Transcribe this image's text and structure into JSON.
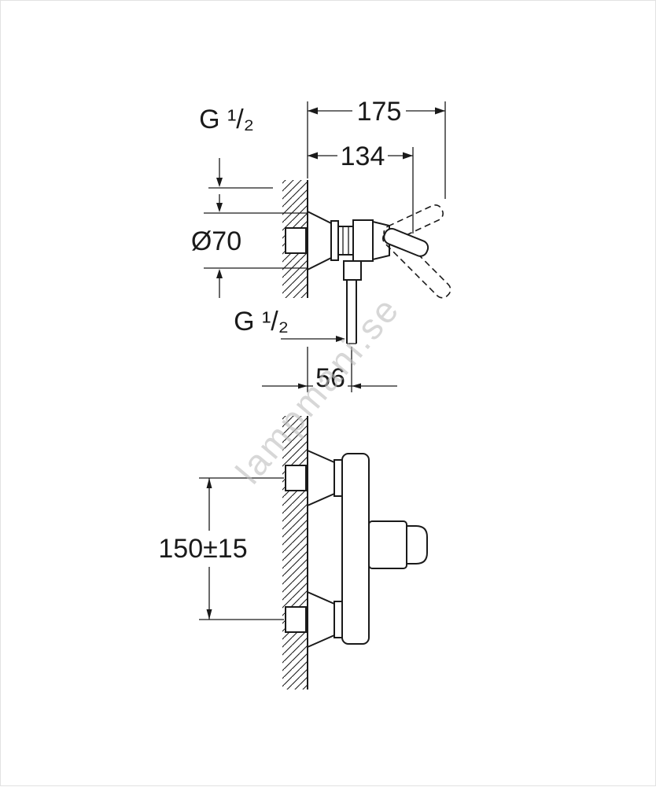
{
  "drawing": {
    "watermark": "lampmani.se",
    "colors": {
      "line": "#1a1a1a",
      "watermark": "#bdbdbd",
      "background": "#ffffff"
    },
    "side_view": {
      "thread_top_label": "G ¹/₂",
      "total_depth": "175",
      "body_depth": "134",
      "escutcheon_diameter": "Ø70",
      "thread_bottom_label": "G ¹/₂",
      "outlet_offset": "56"
    },
    "front_view": {
      "connection_spacing": "150±15"
    }
  }
}
